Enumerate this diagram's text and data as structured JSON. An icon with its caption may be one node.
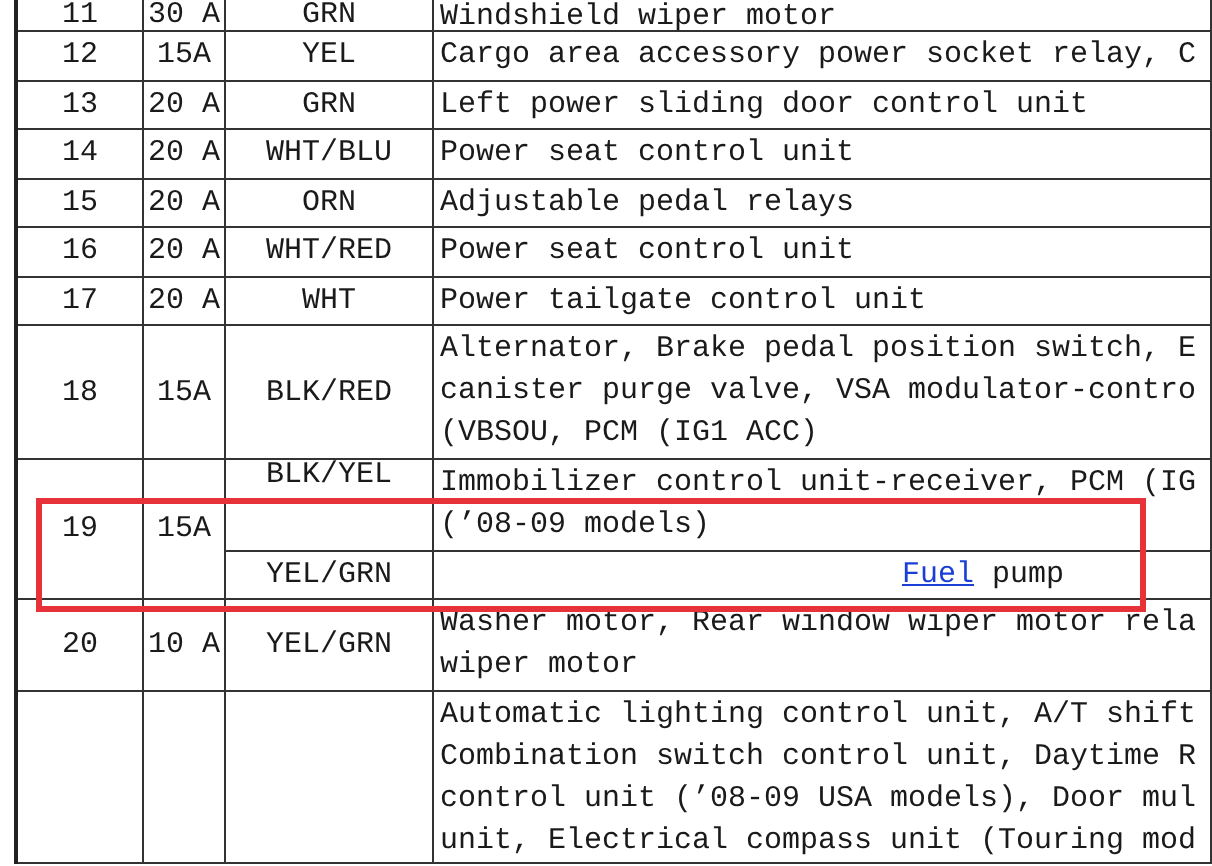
{
  "diagram": {
    "labels": [
      "11",
      "30 A",
      "GRN",
      "Windshield wiper motor",
      "12",
      "15A",
      "YEL",
      "Cargo area accessory power socket relay, C",
      "13",
      "20 A",
      "GRN",
      "Left power sliding door control unit",
      "14",
      "20 A",
      "WHT/BLU",
      "Power seat control unit",
      "15",
      "20 A",
      "ORN",
      "Adjustable pedal relays",
      "16",
      "20 A",
      "WHT/RED",
      "Power seat control unit",
      "17",
      "20 A",
      "WHT",
      "Power tailgate control unit",
      "18",
      "15A",
      "BLK/RED",
      "Alternator, Brake pedal position switch, E canister purge valve, VSA modulator-contro (VBSOU, PCM (IG1 ACC)",
      "19",
      "15A",
      "BLK/YEL",
      "Immobilizer control unit-receiver, PCM (IG (’08-09 models)",
      "YEL/GRN",
      "Fuel",
      "pump",
      "20",
      "10 A",
      "YEL/GRN",
      "Washer motor, Rear window wiper motor rela wiper motor",
      "Automatic lighting control unit, A/T shift Combination switch control unit, Daytime R control unit (’08-09 USA models), Door mul unit, Electrical compass unit (Touring mod"
    ]
  }
}
